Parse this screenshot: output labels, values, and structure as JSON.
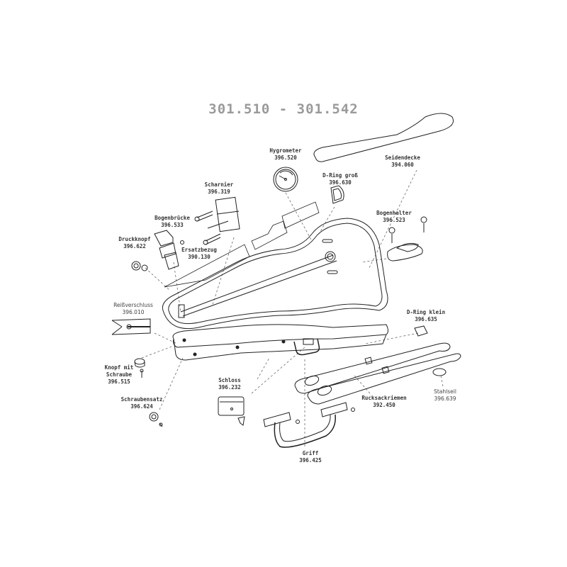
{
  "title": "301.510 - 301.542",
  "parts": {
    "hygrometer": {
      "name": "Hygrometer",
      "number": "396.520"
    },
    "seidendecke": {
      "name": "Seidendecke",
      "number": "394.060"
    },
    "d_ring_gross": {
      "name": "D-Ring groß",
      "number": "396.630"
    },
    "scharnier": {
      "name": "Scharnier",
      "number": "396.319"
    },
    "bogenbruecke": {
      "name": "Bogenbrücke",
      "number": "396.533"
    },
    "bogenhalter": {
      "name": "Bogenhalter",
      "number": "396.523"
    },
    "druckknopf": {
      "name": "Druckknopf",
      "number": "396.622"
    },
    "ersatzbezug": {
      "name": "Ersatzbezug",
      "number": "390.130"
    },
    "reissverschluss": {
      "name": "Reißverschluss",
      "number": "396.010"
    },
    "d_ring_klein": {
      "name": "D-Ring klein",
      "number": "396.635"
    },
    "knopf_mit_schraube": {
      "name1": "Knopf mit",
      "name2": "Schraube",
      "number": "396.515"
    },
    "schloss": {
      "name": "Schloss",
      "number": "396.232"
    },
    "schraubensatz": {
      "name": "Schraubensatz",
      "number": "396.624"
    },
    "rucksackriemen": {
      "name": "Rucksackriemen",
      "number": "392.450"
    },
    "stahlseil": {
      "name": "Stahlseil",
      "number": "396.639"
    },
    "griff": {
      "name": "Griff",
      "number": "396.425"
    }
  }
}
